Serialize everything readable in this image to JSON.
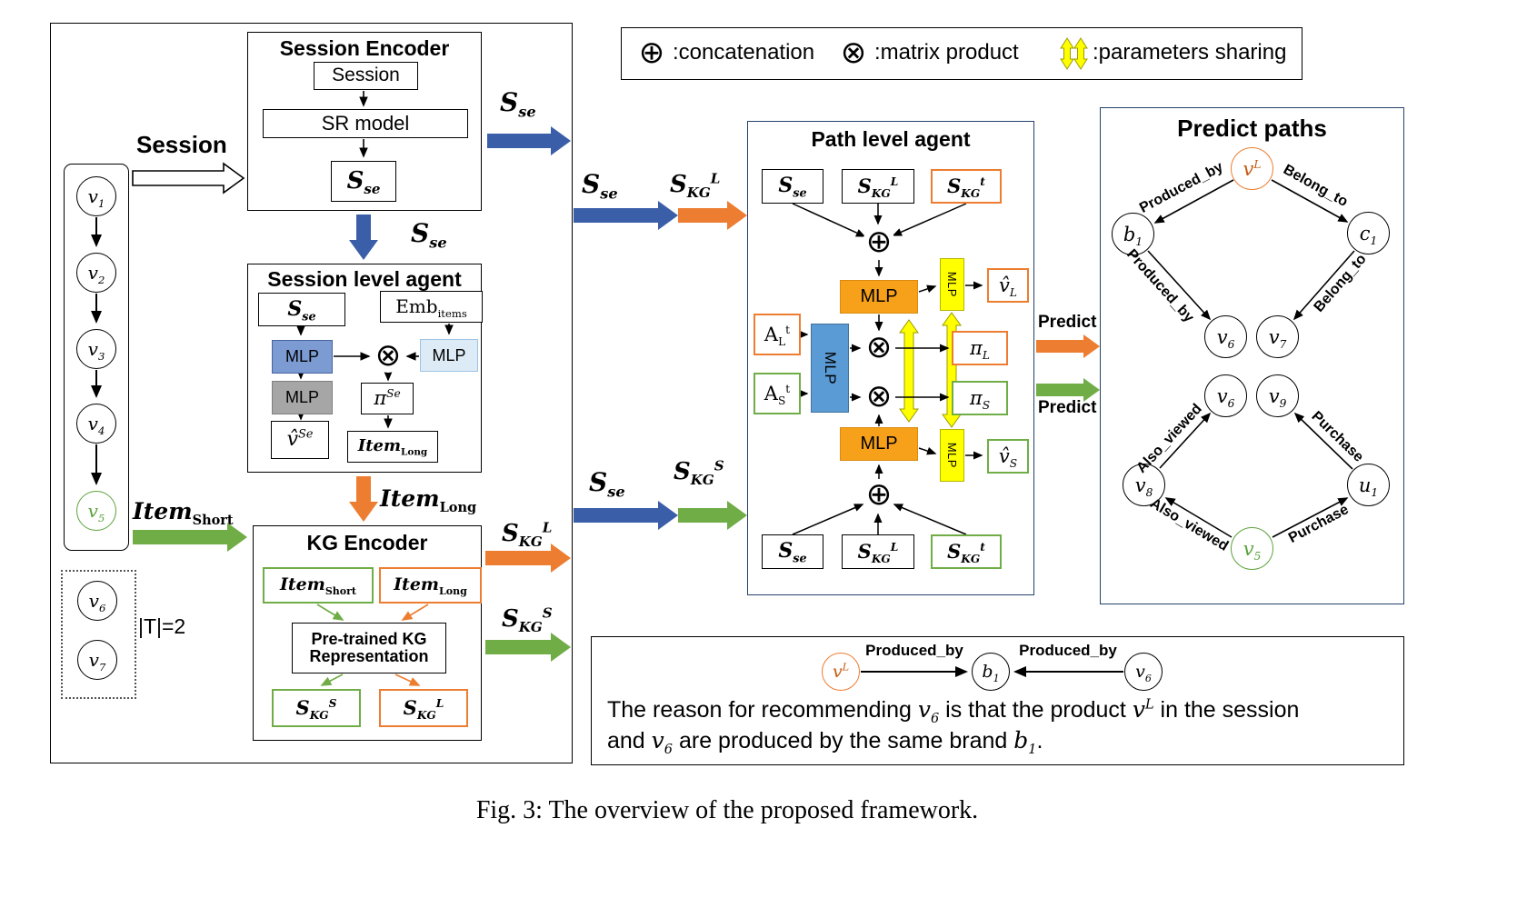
{
  "caption": "Fig. 3: The overview of the proposed framework.",
  "icons": {
    "concat": "⊕",
    "matmul": "⊗"
  },
  "legend": {
    "concat_label": ":concatenation",
    "matmul_label": ":matrix product",
    "sharing_label": ":parameters sharing"
  },
  "sym": {
    "S": "S",
    "se": "se",
    "KG": "KG",
    "L": "L",
    "t": "t",
    "v": "v",
    "vhat": "v̂",
    "pi": "π",
    "Se": "Se",
    "A": "A",
    "Item": "Item",
    "Short": "Short",
    "Long": "Long",
    "Emb": "Emb",
    "items": "items",
    "u": "u",
    "b": "b",
    "c": "c",
    "n1": "1",
    "n2": "2",
    "n3": "3",
    "n4": "4",
    "n5": "5",
    "n6": "6",
    "n7": "7",
    "n8": "8",
    "n9": "9"
  },
  "labels": {
    "session_flow": "Session",
    "t_count": "|T|=2",
    "mlp": "MLP",
    "predict": "Predict"
  },
  "session_encoder": {
    "title": "Session Encoder",
    "session_box": "Session",
    "sr_model": "SR model"
  },
  "session_agent": {
    "title": "Session level agent"
  },
  "kg_encoder": {
    "title": "KG Encoder",
    "pretrained_line1": "Pre-trained KG",
    "pretrained_line2": "Representation"
  },
  "path_agent": {
    "title": "Path level agent"
  },
  "predict_paths": {
    "title": "Predict paths",
    "produced_by": "Produced_by",
    "belong_to": "Belong_to",
    "also_viewed": "Also_viewed",
    "purchase": "Purchase"
  },
  "explanation": {
    "produced_by": "Produced_by",
    "t1": "The reason for recommending ",
    "t2": " is that the product ",
    "t3": " in the session",
    "t4": "and ",
    "t5": " are produced by the same brand ",
    "t6": "."
  }
}
